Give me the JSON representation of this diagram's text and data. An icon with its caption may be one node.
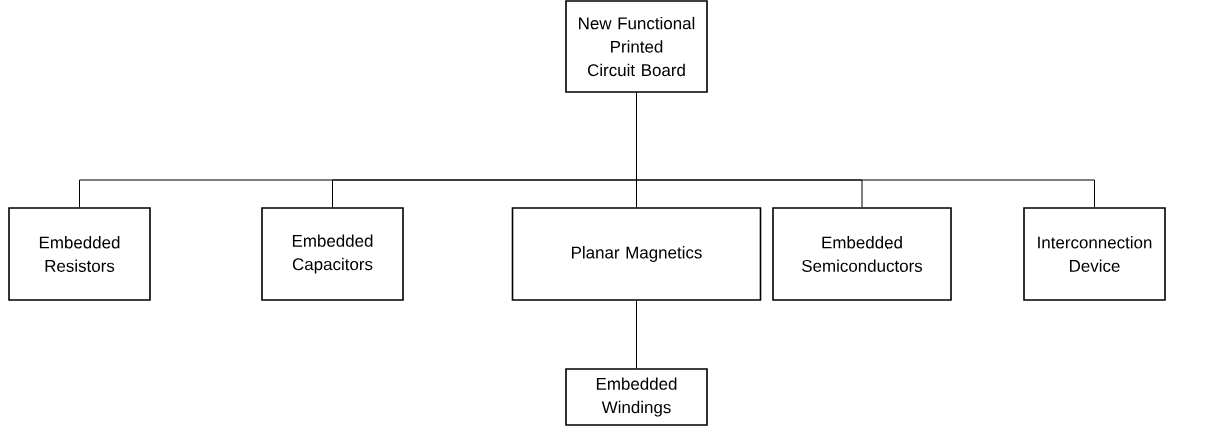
{
  "diagram": {
    "nodes": [
      {
        "text": [
          "New Functional Printed Circuit Board"
        ]
      },
      {
        "text": [
          "Embedded Resistors"
        ]
      },
      {
        "text": [
          "Embedded Capacitors"
        ]
      },
      {
        "text": [
          "Planar Magnetics"
        ]
      },
      {
        "text": [
          "Embedded Semiconductors"
        ]
      },
      {
        "text": [
          "Interconnection Device"
        ]
      },
      {
        "text": [
          "Embedded Windings"
        ]
      }
    ],
    "edges": [
      {
        "from": 0,
        "to": 1,
        "arrow": "none"
      },
      {
        "from": 0,
        "to": 2,
        "arrow": "none"
      },
      {
        "from": 0,
        "to": 3,
        "arrow": "none"
      },
      {
        "from": 0,
        "to": 4,
        "arrow": "none"
      },
      {
        "from": 0,
        "to": 5,
        "arrow": "none"
      },
      {
        "from": 3,
        "to": 6,
        "arrow": "none"
      }
    ]
  }
}
